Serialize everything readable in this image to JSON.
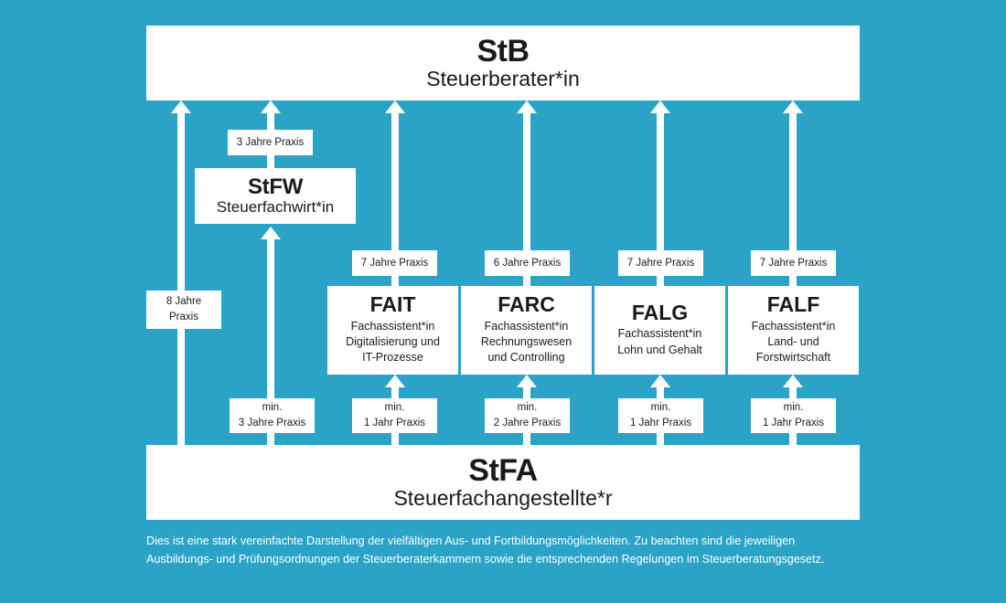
{
  "theme": {
    "background": "#2ba3c6",
    "box_fill": "#ffffff",
    "text_dark": "#1a1a1a",
    "text_light": "#ffffff"
  },
  "diagram": {
    "title_top": {
      "code": "StB",
      "name": "Steuerberater*in"
    },
    "title_bottom": {
      "code": "StFA",
      "name": "Steuerfachangestellte*r"
    },
    "mid": {
      "code": "StFW",
      "name": "Steuerfachwirt*in"
    },
    "specializations": [
      {
        "code": "FAIT",
        "name_lines": [
          "Fachassistent*in",
          "Digitalisierung und",
          "IT-Prozesse"
        ],
        "to_stb_label": "7 Jahre Praxis",
        "from_stfa_label_line1": "min.",
        "from_stfa_label_line2": "1 Jahr Praxis"
      },
      {
        "code": "FARC",
        "name_lines": [
          "Fachassistent*in",
          "Rechnungswesen",
          "und Controlling"
        ],
        "to_stb_label": "6 Jahre Praxis",
        "from_stfa_label_line1": "min.",
        "from_stfa_label_line2": "2 Jahre Praxis"
      },
      {
        "code": "FALG",
        "name_lines": [
          "Fachassistent*in",
          "Lohn und Gehalt"
        ],
        "to_stb_label": "7 Jahre Praxis",
        "from_stfa_label_line1": "min.",
        "from_stfa_label_line2": "1 Jahr Praxis"
      },
      {
        "code": "FALF",
        "name_lines": [
          "Fachassistent*in",
          "Land- und",
          "Forstwirtschaft"
        ],
        "to_stb_label": "7 Jahre Praxis",
        "from_stfa_label_line1": "min.",
        "from_stfa_label_line2": "1 Jahr Praxis"
      }
    ],
    "direct_path": {
      "label_line1": "8 Jahre",
      "label_line2": "Praxis"
    },
    "stfw_path": {
      "to_stb_label": "3 Jahre Praxis",
      "from_stfa_label_line1": "min.",
      "from_stfa_label_line2": "3 Jahre Praxis"
    }
  },
  "footer": {
    "line1": "Dies ist eine stark vereinfachte Darstellung der vielfältigen Aus- und Fortbildungsmöglichkeiten. Zu beachten sind die jeweiligen",
    "line2": "Ausbildungs- und Prüfungsordnungen der Steuerberaterkammern sowie die entsprechenden Regelungen im Steuerberatungsgesetz."
  }
}
